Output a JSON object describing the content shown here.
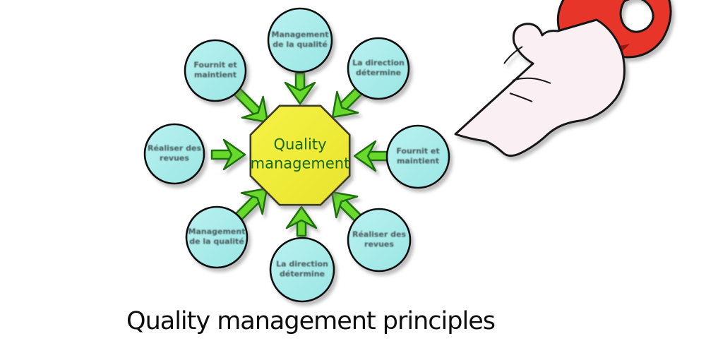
{
  "title": "Quality management principles",
  "center": {
    "label": "Quality management"
  },
  "nodes": [
    {
      "position": "top",
      "label": "Management de la qualité"
    },
    {
      "position": "top-right",
      "label": "La direction détermine"
    },
    {
      "position": "right",
      "label": "Fournit et maintient"
    },
    {
      "position": "bottom-right",
      "label": "Réaliser des revues"
    },
    {
      "position": "bottom",
      "label": "La direction détermine"
    },
    {
      "position": "bottom-left",
      "label": "Management de la qualité"
    },
    {
      "position": "left",
      "label": "Réaliser des revues"
    },
    {
      "position": "top-left",
      "label": "Fournit et maintient"
    }
  ],
  "illustration": "hand holding red key pointing at diagram",
  "colors": {
    "node_fill": "#a7ebe9",
    "octagon_fill": "#f0ee38",
    "arrow_green": "#68d92b",
    "arrow_outline": "#1e6f0b",
    "key_red": "#e8352a",
    "hand_pink": "#faf0f3",
    "center_text_green": "#15691c",
    "caption_text": "#0d0d0d"
  }
}
